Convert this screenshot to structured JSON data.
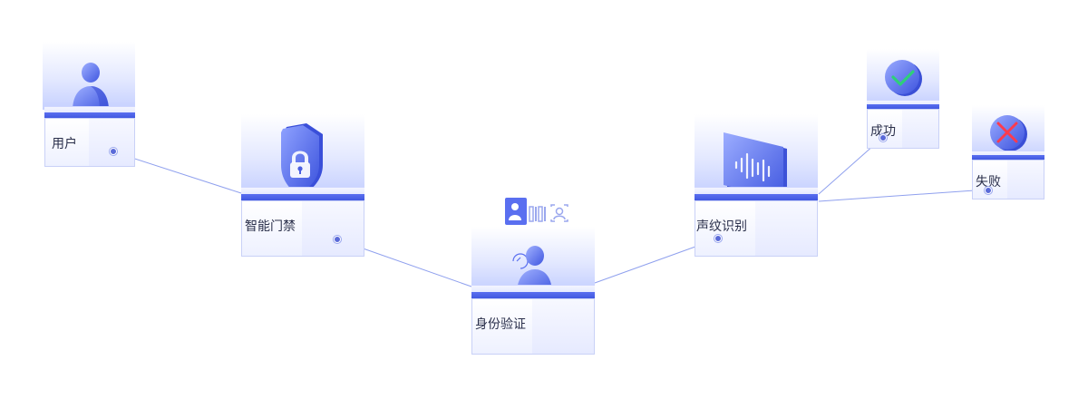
{
  "nodes": {
    "user": {
      "label": "用户"
    },
    "gate": {
      "label": "智能门禁"
    },
    "identity": {
      "label": "身份验证"
    },
    "voiceprint": {
      "label": "声纹识别"
    },
    "success": {
      "label": "成功"
    },
    "failure": {
      "label": "失败"
    }
  },
  "edges": [
    {
      "from": "用户",
      "to": "智能门禁"
    },
    {
      "from": "智能门禁",
      "to": "身份验证"
    },
    {
      "from": "身份验证",
      "to": "声纹识别"
    },
    {
      "from": "声纹识别",
      "to": "成功"
    },
    {
      "from": "声纹识别",
      "to": "失败"
    }
  ],
  "icons": {
    "user": "person-icon",
    "gate": "shield-lock-icon",
    "identity": "id-verification-icon",
    "voiceprint": "voice-wave-icon",
    "success": "check-icon",
    "failure": "cross-icon"
  },
  "colors": {
    "primary": "#4f63e8",
    "link": "#8fa0ee",
    "success": "#2ecf7a",
    "failure": "#ff3b4e",
    "label": "#2a2f4a"
  }
}
